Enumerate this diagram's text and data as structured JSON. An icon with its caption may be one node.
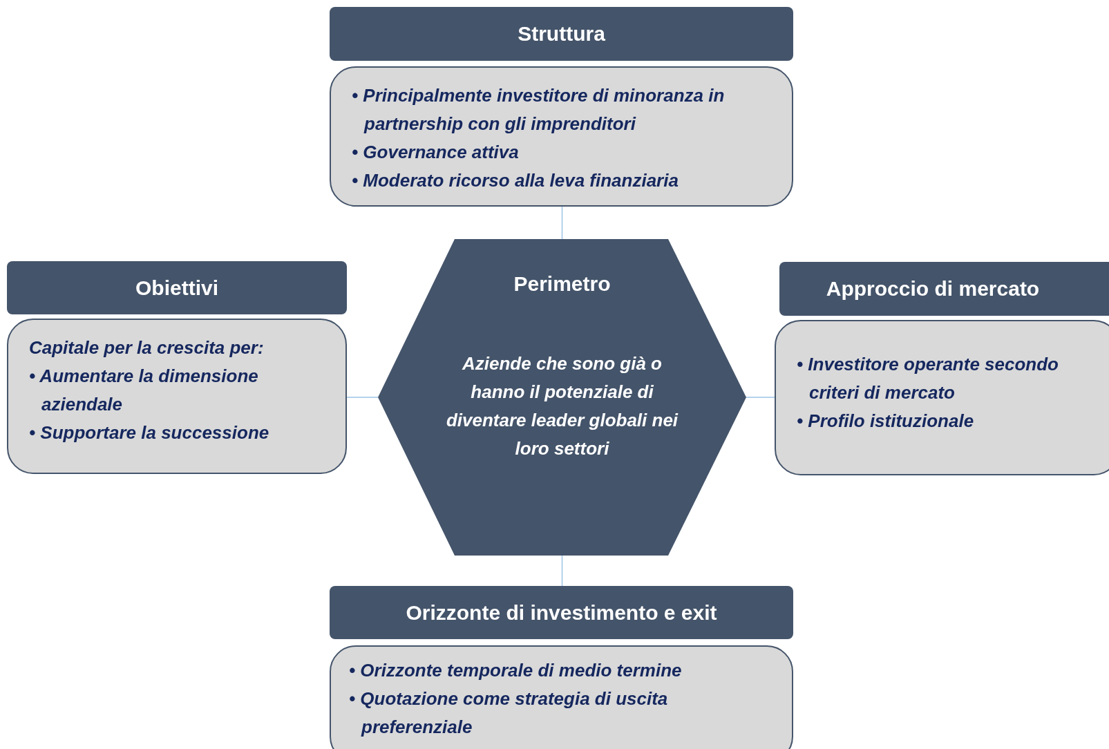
{
  "diagram": {
    "nodes": [
      {
        "text": [
          "Struttura"
        ]
      },
      {
        "text": [
          "• Principalmente investitore di minoranza in partnership con gli imprenditori",
          "• Governance attiva",
          "• Moderato ricorso alla leva finanziaria"
        ]
      },
      {
        "text": [
          "Obiettivi"
        ]
      },
      {
        "text": [
          "Capitale per la crescita per:",
          "• Aumentare la dimensione aziendale",
          "• Supportare la successione"
        ]
      },
      {
        "text": [
          "Perimetro",
          "Aziende che sono già o hanno il potenziale di diventare leader globali nei loro settori"
        ]
      },
      {
        "text": [
          "Approccio di mercato"
        ]
      },
      {
        "text": [
          "• Investitore operante secondo criteri di mercato",
          "• Profilo istituzionale"
        ]
      },
      {
        "text": [
          "Orizzonte di investimento e exit"
        ]
      },
      {
        "text": [
          "• Orizzonte temporale di medio termine",
          "• Quotazione come strategia di uscita preferenziale"
        ]
      }
    ],
    "edges": [
      {
        "from": 4,
        "to": 1,
        "arrow": "none"
      },
      {
        "from": 4,
        "to": 3,
        "arrow": "none"
      },
      {
        "from": 4,
        "to": 6,
        "arrow": "none"
      },
      {
        "from": 4,
        "to": 7,
        "arrow": "none"
      }
    ]
  }
}
